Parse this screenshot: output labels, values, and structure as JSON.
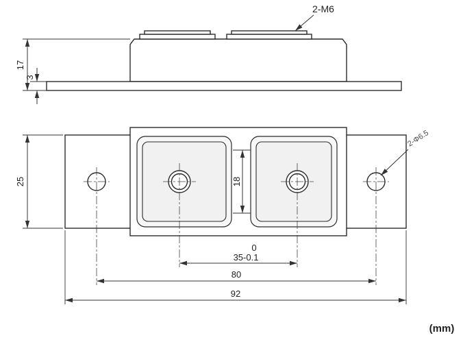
{
  "unit_label": "(mm)",
  "top_view": {
    "thread_label": "2-M6",
    "height": "17",
    "base_thickness": "3"
  },
  "plan_view": {
    "hole_label": "2-Φ6.5",
    "plate_width": "25",
    "opening": "18",
    "tol_upper": "0",
    "terminal_spacing": "35-0.1",
    "hole_spacing": "80",
    "overall_length": "92"
  }
}
